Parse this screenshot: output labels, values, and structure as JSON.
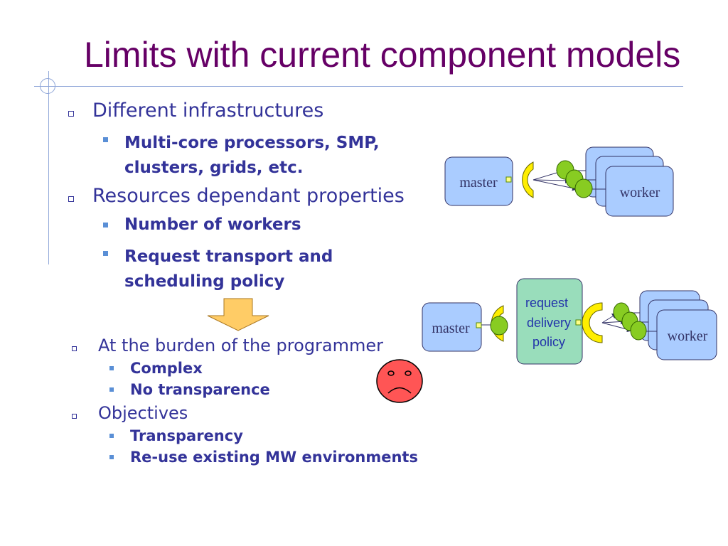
{
  "title": "Limits with current component models",
  "bullets": {
    "b1": "Different infrastructures",
    "b1_sub": [
      "Multi-core processors, SMP,",
      "clusters, grids, etc."
    ],
    "b2": "Resources dependant properties",
    "b2_sub1": "Number of workers",
    "b2_sub2": [
      "Request transport and",
      "scheduling policy"
    ],
    "b3": "At the burden of the programmer",
    "b3_sub1": "Complex",
    "b3_sub2": "No transparence",
    "b4": "Objectives",
    "b4_sub1": "Transparency",
    "b4_sub2": "Re-use existing MW environments"
  },
  "diagram_top": {
    "master": "master",
    "worker": "worker"
  },
  "diagram_bottom": {
    "master": "master",
    "policy": [
      "request",
      "delivery",
      "policy"
    ],
    "worker": "worker"
  },
  "colors": {
    "title": "#660066",
    "text": "#333399",
    "box": "#aaccff",
    "policy_box": "#99ddbb",
    "green": "#88cc22",
    "yellow": "#ffff00",
    "arrow": "#ffcc66",
    "face": "#ff5555"
  }
}
